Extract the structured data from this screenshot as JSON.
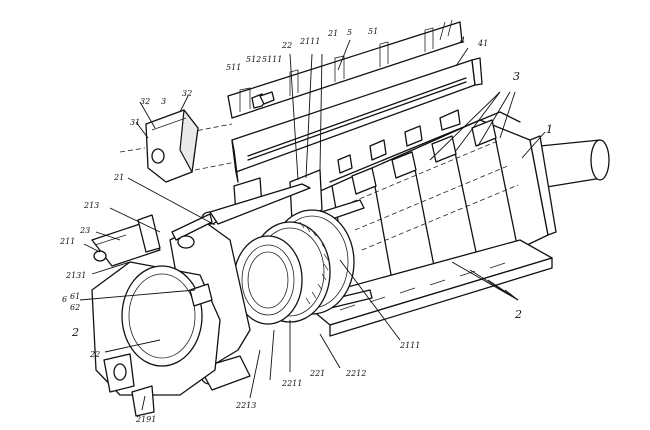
{
  "labels": {
    "l1": "1",
    "l2_left": "2",
    "l2_right": "2",
    "l3_top": "3",
    "l3_left": "3",
    "l4": "4",
    "l5": "5",
    "l6": "6",
    "l21_top": "21",
    "l21_left": "21",
    "l22_top": "22",
    "l22_left": "22",
    "l23": "23",
    "l31": "31",
    "l32": "32",
    "l32b": "32",
    "l41": "41",
    "l51": "51",
    "l61": "61",
    "l62": "62",
    "l211": "211",
    "l213": "213",
    "l221": "221",
    "l511": "511",
    "l512": "512",
    "l5111": "5111",
    "l2111_top": "2111",
    "l2111_bottom": "2111",
    "l2131": "2131",
    "l2191": "2191",
    "l2211": "2211",
    "l2212": "2212",
    "l2213": "2213"
  }
}
